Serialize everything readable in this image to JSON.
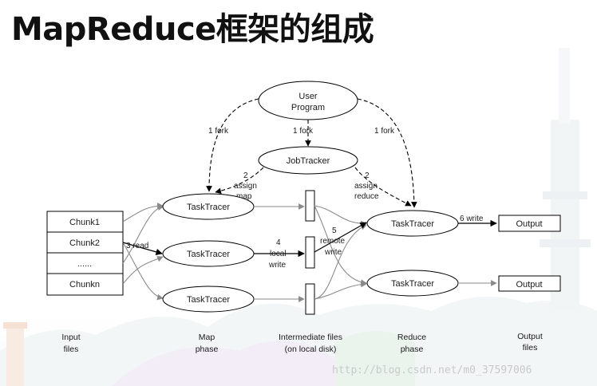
{
  "title": "MapReduce框架的组成",
  "nodes": {
    "user_program": [
      "User",
      "Program"
    ],
    "job_tracker": "JobTracker",
    "map_task_trackers": [
      "TaskTracer",
      "TaskTracer",
      "TaskTracer"
    ],
    "reduce_task_trackers": [
      "TaskTracer",
      "TaskTracer"
    ],
    "chunks": [
      "Chunk1",
      "Chunk2",
      "......",
      "Chunkn"
    ],
    "outputs": [
      "Output",
      "Output"
    ]
  },
  "edges": {
    "fork_left": "1 fork",
    "fork_mid": "1 fork",
    "fork_right": "1 fork",
    "assign_map": [
      "2",
      "assign",
      "map"
    ],
    "assign_reduce": [
      "2",
      "assign",
      "reduce"
    ],
    "read": "3 read",
    "local_write": [
      "4",
      "local",
      "write"
    ],
    "remote_write": [
      "5",
      "remote",
      "write"
    ],
    "write": "6 write"
  },
  "phases": {
    "input": [
      "Input",
      "files"
    ],
    "map": [
      "Map",
      "phase"
    ],
    "intermediate": [
      "Intermediate files",
      "(on local disk)"
    ],
    "reduce": [
      "Reduce",
      "phase"
    ],
    "output": [
      "Output",
      "files"
    ]
  },
  "watermark": "http://blog.csdn.net/m0_37597006"
}
